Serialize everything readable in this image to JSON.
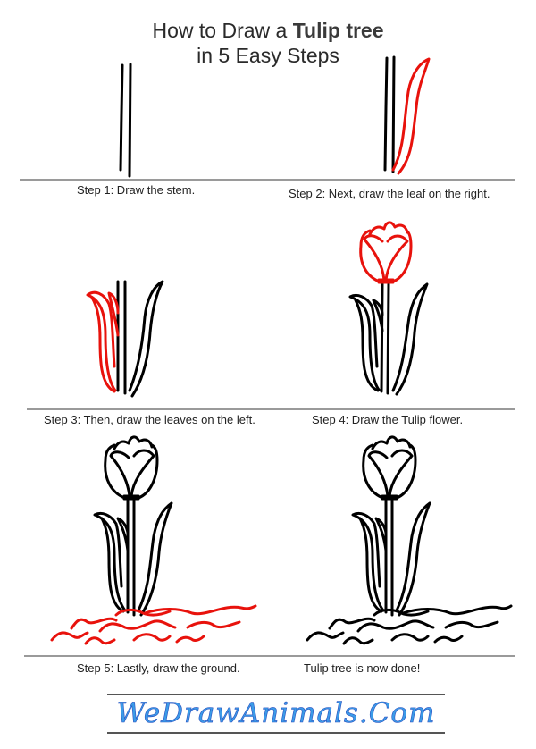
{
  "header": {
    "title_prefix": "How to Draw a ",
    "title_bold": "Tulip tree",
    "subtitle": "in 5 Easy Steps"
  },
  "steps": [
    {
      "caption": "Step 1: Draw the stem."
    },
    {
      "caption": "Step 2: Next, draw the leaf on the right."
    },
    {
      "caption": "Step 3: Then, draw the leaves on the left."
    },
    {
      "caption": "Step 4: Draw the Tulip flower."
    },
    {
      "caption": "Step 5: Lastly, draw the ground."
    },
    {
      "caption": "Tulip tree is now done!"
    }
  ],
  "colors": {
    "new_stroke": "#e8120c",
    "existing_stroke": "#000000",
    "divider": "#9a9a9a",
    "logo_fill": "#3b9ce8",
    "logo_outline": "#2a4fbf"
  },
  "footer": {
    "logo_text": "WeDrawAnimals.Com"
  }
}
